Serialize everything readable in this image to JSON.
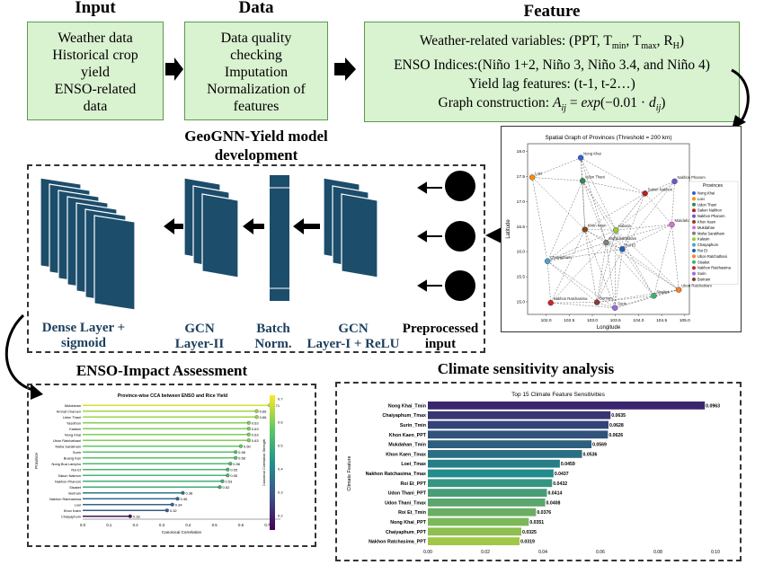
{
  "stages": {
    "input": {
      "title": "Input",
      "lines": [
        "Weather data",
        "Historical crop",
        "yield",
        "ENSO-related",
        "data"
      ]
    },
    "data": {
      "title": "Data",
      "lines": [
        "Data quality",
        "checking",
        "Imputation",
        "Normalization of",
        "features"
      ]
    },
    "feature": {
      "title": "Feature",
      "lines": [
        "Weather-related variables: (PPT, Tmin, Tmax, RH)",
        "ENSO Indices:(Niño 1+2, Niño 3, Niño 3.4, and Niño 4)",
        "Yield lag features: (t-1, t-2…)",
        "Graph construction: Aij = exp(−0.01 · dij)"
      ]
    }
  },
  "model": {
    "title_line1": "GeoGNN-Yield model",
    "title_line2": "development",
    "labels": {
      "dense": [
        "Dense Layer +",
        "sigmoid"
      ],
      "gcn2": [
        "GCN",
        "Layer-II"
      ],
      "batch": [
        "Batch",
        "Norm."
      ],
      "gcn1": [
        "GCN",
        "Layer-I + ReLU"
      ],
      "pre": [
        "Preprocessed",
        "input"
      ]
    }
  },
  "graph_plot": {
    "title": "Spatial Graph of Provinces (Threshold = 200 km)",
    "xlabel": "Longitude",
    "ylabel": "Latitude",
    "legend_title": "Provinces",
    "x_ticks": [
      "102.0",
      "102.5",
      "103.0",
      "103.5",
      "104.0",
      "104.5",
      "105.0"
    ],
    "y_ticks": [
      "18.0",
      "17.5",
      "17.0",
      "16.5",
      "16.0",
      "15.5",
      "15.0"
    ],
    "nodes": [
      {
        "name": "Nong Khai",
        "color": "#3a5fcd",
        "lon": 102.75,
        "lat": 17.87
      },
      {
        "name": "Loei",
        "color": "#ff8c00",
        "lon": 101.7,
        "lat": 17.48
      },
      {
        "name": "Udon Thani",
        "color": "#2e8b57",
        "lon": 102.79,
        "lat": 17.41
      },
      {
        "name": "Sakon Nakhon",
        "color": "#b22222",
        "lon": 104.14,
        "lat": 17.16
      },
      {
        "name": "Nakhon Phanom",
        "color": "#6a5acd",
        "lon": 104.78,
        "lat": 17.4
      },
      {
        "name": "Khon Kaen",
        "color": "#8b4513",
        "lon": 102.84,
        "lat": 16.44
      },
      {
        "name": "Mukdahan",
        "color": "#da70d6",
        "lon": 104.72,
        "lat": 16.54
      },
      {
        "name": "Maha Sarakham",
        "color": "#808080",
        "lon": 103.3,
        "lat": 16.18
      },
      {
        "name": "Kalasin",
        "color": "#9acd32",
        "lon": 103.51,
        "lat": 16.43
      },
      {
        "name": "Chaiyaphum",
        "color": "#4fa3c7",
        "lon": 102.03,
        "lat": 15.81
      },
      {
        "name": "Roi Et",
        "color": "#1f5fbf",
        "lon": 103.65,
        "lat": 16.05
      },
      {
        "name": "Ubon Ratchathani",
        "color": "#ff7f24",
        "lon": 104.87,
        "lat": 15.24
      },
      {
        "name": "Sisaket",
        "color": "#3cb371",
        "lon": 104.33,
        "lat": 15.12
      },
      {
        "name": "Nakhon Ratchasima",
        "color": "#cd2626",
        "lon": 102.1,
        "lat": 14.98
      },
      {
        "name": "Surin",
        "color": "#9370db",
        "lon": 103.49,
        "lat": 14.88
      },
      {
        "name": "Buriram",
        "color": "#8b3a3a",
        "lon": 103.1,
        "lat": 14.99
      }
    ]
  },
  "enso_section": "ENSO-Impact Assessment",
  "enso_chart": {
    "title": "Province-wise CCA between ENSO and Rice Yield",
    "xlabel": "Canonical Correlation",
    "ylabel": "Province",
    "colorbar_label": "Canonical Correlation Strength",
    "x_ticks": [
      "0.0",
      "0.1",
      "0.2",
      "0.3",
      "0.4",
      "0.5",
      "0.6",
      "0.7"
    ],
    "cbar_ticks": [
      "0.7",
      "0.6",
      "0.5",
      "0.4",
      "0.3",
      "0.2"
    ]
  },
  "climate_section": "Climate sensitivity analysis",
  "climate_chart": {
    "title": "Top 15 Climate Feature Sensitivities",
    "ylabel": "Climate Feature",
    "x_ticks": [
      "0.00",
      "0.02",
      "0.04",
      "0.06",
      "0.08",
      "0.10"
    ]
  },
  "chart_data": [
    {
      "type": "bar",
      "title": "Province-wise CCA between ENSO and Rice Yield",
      "orientation": "horizontal",
      "xlabel": "Canonical Correlation",
      "ylabel": "Province",
      "xlim": [
        0,
        0.75
      ],
      "categories": [
        "Mukdahan",
        "Amnat Charoen",
        "Udon Thani",
        "Yasothon",
        "Kalasin",
        "Nong Khai",
        "Ubon Ratchathani",
        "Maha Sarakham",
        "Surin",
        "Buang Kan",
        "Nong Bua Lamphu",
        "Roi Et",
        "Sakon Nakhon",
        "Nakhon Phanom",
        "Sisaket",
        "Buriram",
        "Nakhon Ratchasima",
        "Loei",
        "Khon Kaen",
        "Chaiyaphum"
      ],
      "values": [
        0.71,
        0.66,
        0.66,
        0.63,
        0.63,
        0.63,
        0.63,
        0.6,
        0.58,
        0.58,
        0.56,
        0.55,
        0.55,
        0.53,
        0.52,
        0.38,
        0.36,
        0.34,
        0.32,
        0.18
      ]
    },
    {
      "type": "bar",
      "title": "Top 15 Climate Feature Sensitivities",
      "orientation": "horizontal",
      "ylabel": "Climate Feature",
      "xlim": [
        0,
        0.1
      ],
      "categories": [
        "Nong Khai_Tmin",
        "Chaiyaphum_Tmax",
        "Surin_Tmin",
        "Khon Kaen_PPT",
        "Mukdahan_Tmin",
        "Khon Kaen_Tmax",
        "Loei_Tmax",
        "Nakhon Ratchasima_Tmax",
        "Roi Et_PPT",
        "Udon Thani_PPT",
        "Udon Thani_Tmax",
        "Roi Et_Tmin",
        "Nong Khai_PPT",
        "Chaiyaphum_PPT",
        "Nakhon Ratchasima_PPT"
      ],
      "values": [
        0.0963,
        0.0635,
        0.0628,
        0.0626,
        0.0569,
        0.0536,
        0.0459,
        0.0437,
        0.0432,
        0.0414,
        0.0408,
        0.0376,
        0.0351,
        0.0325,
        0.0319
      ]
    }
  ]
}
